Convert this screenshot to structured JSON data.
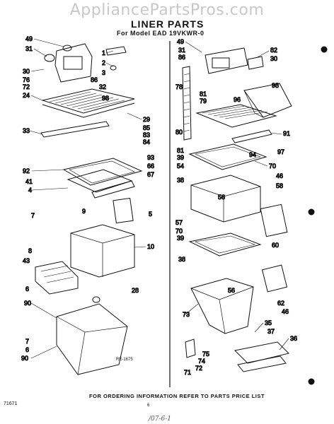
{
  "watermark": "AppliancePartsPros.com",
  "title": "LINER PARTS",
  "subtitle": "For Model EAD 19VKWR-0",
  "footer": "FOR ORDERING INFORMATION REFER TO PARTS PRICE LIST",
  "sheet_code": "71671",
  "drawing_code": "RE-1675",
  "page_mark": "6",
  "handwritten_mark": "/07-6-1",
  "callouts": [
    "49",
    "31",
    "30",
    "76",
    "72",
    "24",
    "1",
    "2",
    "3",
    "86",
    "32",
    "98",
    "29",
    "85",
    "83",
    "84",
    "33",
    "92",
    "41",
    "4",
    "9",
    "93",
    "66",
    "67",
    "5",
    "7",
    "8",
    "10",
    "43",
    "6",
    "28",
    "90",
    "7",
    "6",
    "90",
    "49",
    "31",
    "86",
    "82",
    "30",
    "78",
    "81",
    "79",
    "96",
    "98",
    "80",
    "81",
    "39",
    "54",
    "38",
    "94",
    "70",
    "46",
    "56",
    "58",
    "57",
    "70",
    "39",
    "91",
    "97",
    "60",
    "38",
    "56",
    "62",
    "46",
    "73",
    "35",
    "37",
    "36",
    "75",
    "74",
    "72",
    "71"
  ]
}
